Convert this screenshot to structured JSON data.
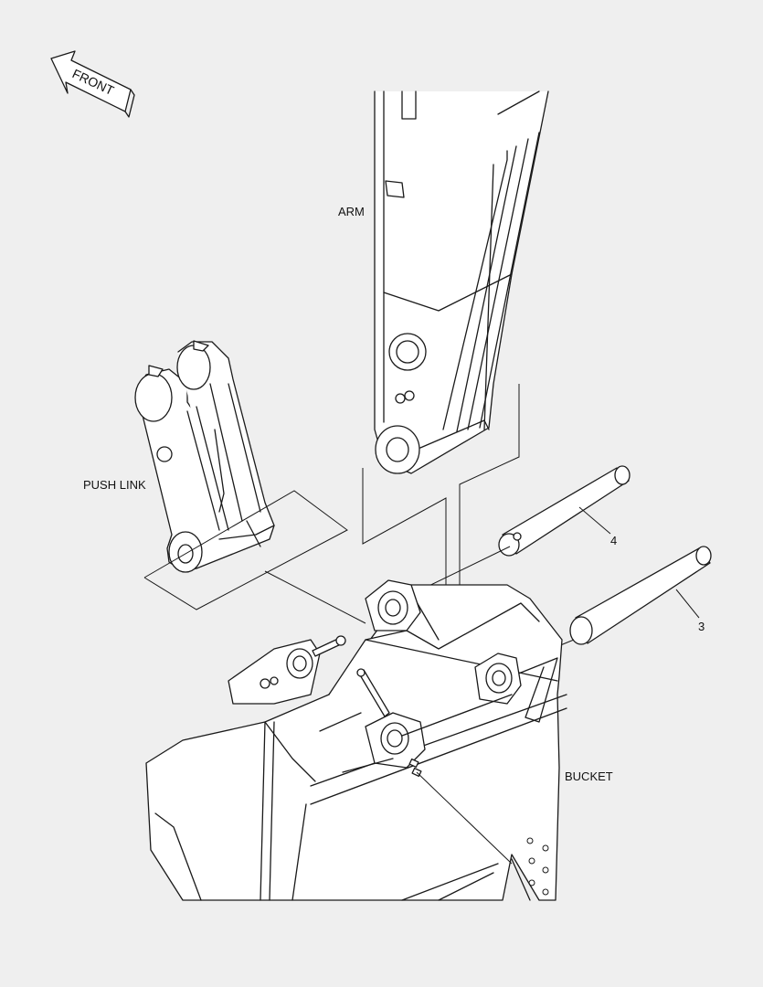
{
  "orientation": {
    "front_label": "FRONT"
  },
  "labels": {
    "arm": "ARM",
    "push_link": "PUSH LINK",
    "bucket": "BUCKET"
  },
  "callouts": [
    {
      "number": "4",
      "part": "pin"
    },
    {
      "number": "3",
      "part": "pin"
    }
  ],
  "colors": {
    "background": "#efefef",
    "line": "#1a1a1a",
    "fill": "#ffffff"
  }
}
